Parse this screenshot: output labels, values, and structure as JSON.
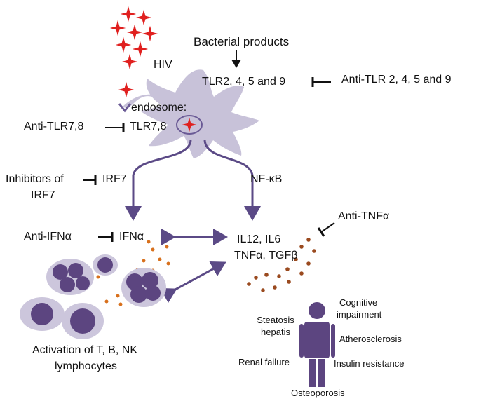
{
  "labels": {
    "hiv": "HIV",
    "bacterial_products": "Bacterial products",
    "tlr2459": "TLR2, 4, 5 and 9",
    "anti_tlr2459": "Anti-TLR 2, 4, 5 and 9",
    "endosome": "endosome:",
    "tlr78": "TLR7,8",
    "anti_tlr78": "Anti-TLR7,8",
    "inhibitors_irf7_line1": "Inhibitors of",
    "inhibitors_irf7_line2": "IRF7",
    "irf7": "IRF7",
    "nfkb": "NF-κB",
    "anti_tnfa": "Anti-TNFα",
    "anti_ifna": "Anti-IFNα",
    "ifna": "IFNα",
    "cytokines_line1": "IL12, IL6",
    "cytokines_line2": "TNFα, TGFβ",
    "activation_line1": "Activation of T, B, NK",
    "activation_line2": "lymphocytes",
    "steatosis_line1": "Steatosis",
    "steatosis_line2": "hepatis",
    "cognitive_line1": "Cognitive",
    "cognitive_line2": "impairment",
    "atherosclerosis": "Atherosclerosis",
    "renal_failure": "Renal failure",
    "insulin_resistance": "Insulin resistance",
    "osteoporosis": "Osteoporosis"
  },
  "colors": {
    "cell_fill": "#c8c2d9",
    "arrow_purple": "#5b4a86",
    "virus_red": "#e0201f",
    "dot_orange": "#d8701c",
    "dot_brown": "#9a4a1f",
    "lymph_dark": "#5c4580",
    "lymph_light": "#ccc6dc",
    "person": "#5c4580",
    "text": "#111111"
  }
}
